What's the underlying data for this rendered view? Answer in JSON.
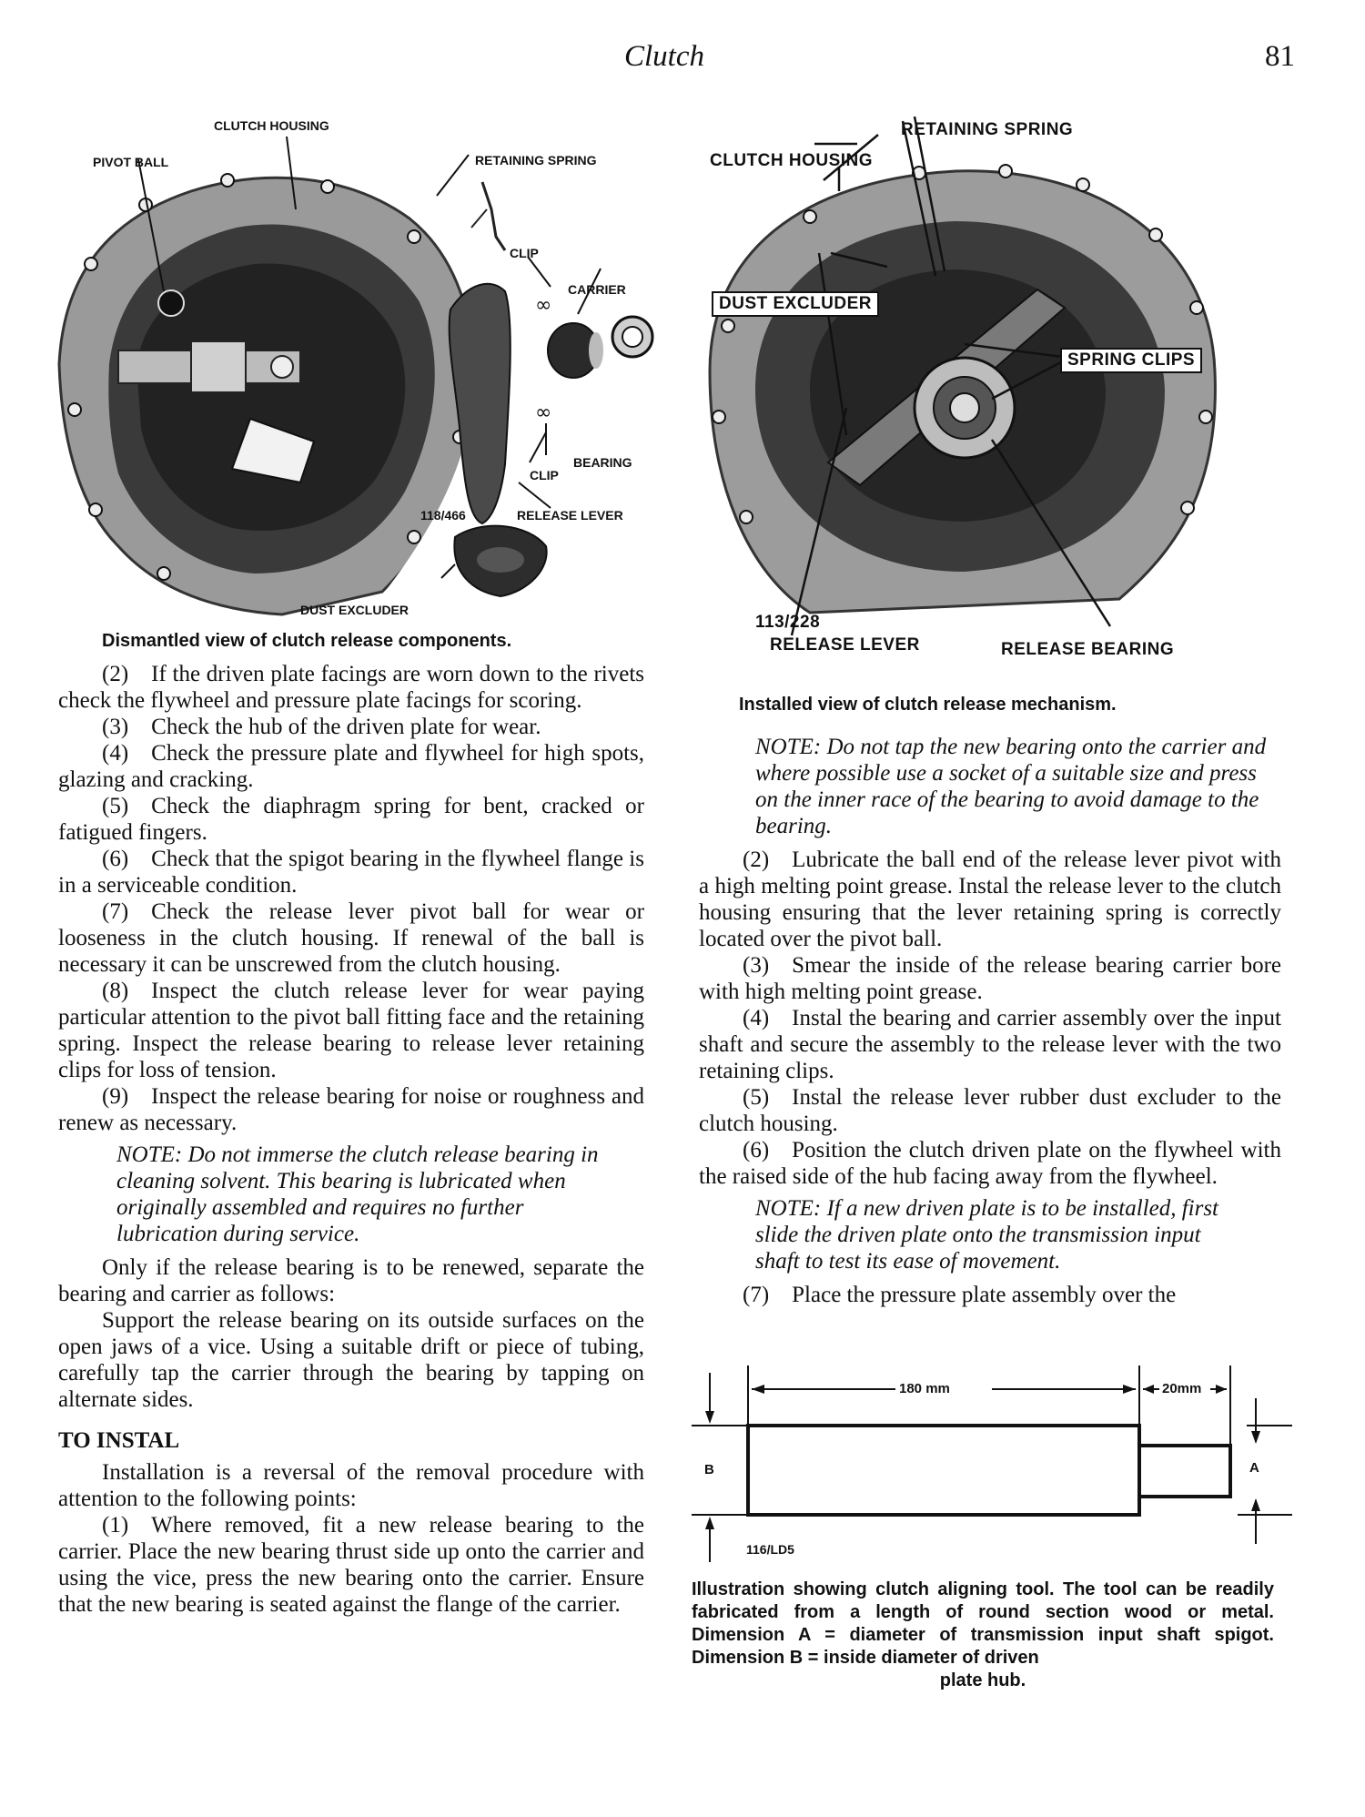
{
  "header": {
    "section": "Clutch",
    "page_number": "81"
  },
  "figure_left": {
    "labels": {
      "clutch_housing": "CLUTCH HOUSING",
      "pivot_ball": "PIVOT BALL",
      "retaining_spring": "RETAINING SPRING",
      "clip_top": "CLIP",
      "carrier": "CARRIER",
      "bearing": "BEARING",
      "clip_bottom": "CLIP",
      "ref": "118/466",
      "release_lever": "RELEASE LEVER",
      "dust_excluder": "DUST EXCLUDER"
    },
    "caption": "Dismantled view of clutch release components."
  },
  "figure_right": {
    "labels": {
      "retaining_spring": "RETAINING SPRING",
      "clutch_housing": "CLUTCH HOUSING",
      "dust_excluder": "DUST EXCLUDER",
      "spring_clips": "SPRING CLIPS",
      "ref": "113/228",
      "release_lever": "RELEASE LEVER",
      "release_bearing": "RELEASE BEARING"
    },
    "caption": "Installed view of clutch release mechanism."
  },
  "left_column": {
    "p2": "(2) If the driven plate facings are worn down to the rivets check the flywheel and pressure plate facings for scoring.",
    "p3": "(3) Check the hub of the driven plate for wear.",
    "p4": "(4) Check the pressure plate and flywheel for high spots, glazing and cracking.",
    "p5": "(5) Check the diaphragm spring for bent, cracked or fatigued fingers.",
    "p6": "(6) Check that the spigot bearing in the flywheel flange is in a serviceable condition.",
    "p7": "(7) Check the release lever pivot ball for wear or looseness in the clutch housing. If renewal of the ball is necessary it can be unscrewed from the clutch housing.",
    "p8": "(8) Inspect the clutch release lever for wear paying particular attention to the pivot ball fitting face and the retaining spring. Inspect the release bearing to release lever retaining clips for loss of tension.",
    "p9": "(9) Inspect the release bearing for noise or roughness and renew as necessary.",
    "note": "NOTE: Do not immerse the clutch release bearing in cleaning solvent. This bearing is lubricated when originally assembled and requires no further lubrication during service.",
    "p_only_if": "Only if the release bearing is to be renewed, separate the bearing and carrier as follows:",
    "p_support": "Support the release bearing on its outside surfaces on the open jaws of a vice. Using a suitable drift or piece of tubing, carefully tap the carrier through the bearing by tapping on alternate sides.",
    "heading_instal": "TO INSTAL",
    "p_installation": "Installation is a reversal of the removal procedure with attention to the following points:",
    "p1": "(1) Where removed, fit a new release bearing to the carrier. Place the new bearing thrust side up onto the carrier and using the vice, press the new bearing onto the carrier. Ensure that the new bearing is seated against the flange of the carrier."
  },
  "right_column": {
    "note1": "NOTE: Do not tap the new bearing onto the carrier and where possible use a socket of a suitable size and press on the inner race of the bearing to avoid damage to the bearing.",
    "p2": "(2) Lubricate the ball end of the release lever pivot with a high melting point grease. Instal the release lever to the clutch housing ensuring that the lever retaining spring is correctly located over the pivot ball.",
    "p3": "(3) Smear the inside of the release bearing carrier bore with high melting point grease.",
    "p4": "(4) Instal the bearing and carrier assembly over the input shaft and secure the assembly to the release lever with the two retaining clips.",
    "p5": "(5) Instal the release lever rubber dust excluder to the clutch housing.",
    "p6": "(6) Position the clutch driven plate on the flywheel with the raised side of the hub facing away from the flywheel.",
    "note2": "NOTE: If a new driven plate is to be installed, first slide the driven plate onto the transmission input shaft to test its ease of movement.",
    "p7": "(7) Place the pressure plate assembly over the"
  },
  "tool_figure": {
    "dim_length": "180 mm",
    "dim_spigot_length": "20mm",
    "label_b": "B",
    "label_a": "A",
    "ref": "116/LD5",
    "caption_main": "Illustration showing clutch aligning tool. The tool can be readily fabricated from a length of round section wood or metal. Dimension A = diameter of transmission input shaft spigot. Dimension B = inside diameter of driven",
    "caption_last": "plate hub."
  }
}
